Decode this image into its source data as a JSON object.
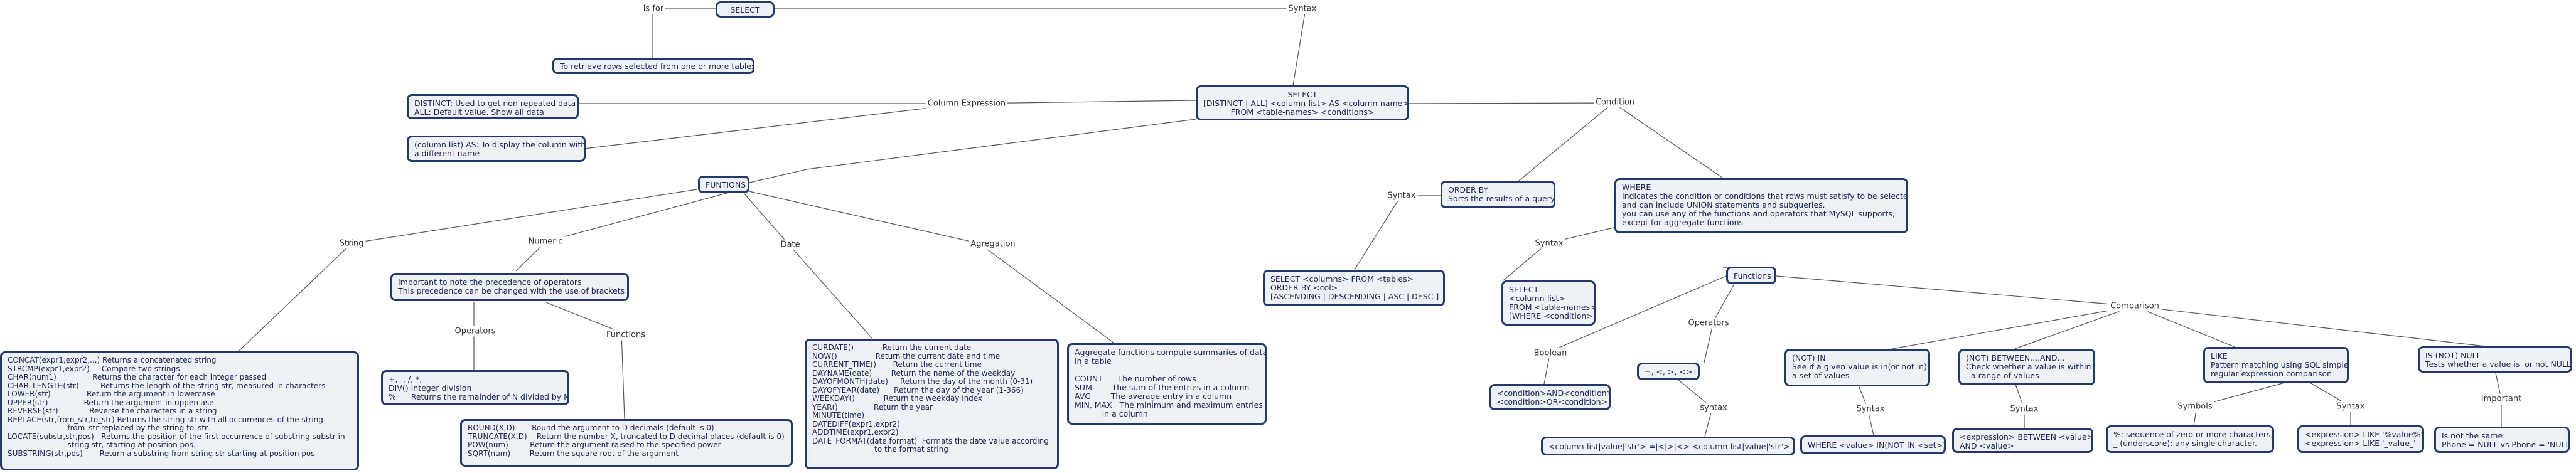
{
  "nodes": {
    "select_root": "SELECT",
    "retrieve": "To retrieve rows selected from one or more tables",
    "select_main": "SELECT\n[DISTINCT | ALL] <column-list> AS <column-name>\nFROM <table-names> <conditions>",
    "distinct": "DISTINCT: Used to get non repeated data\nALL: Default value. Show all data",
    "column_as": "(column list) AS: To display the column with\na different name",
    "funtions": "FUNTIONS",
    "string_funcs": "CONCAT(expr1,expr2,...) Returns a concatenated string\nSTRCMP(expr1,expr2)     Compare two strings.\nCHAR(num1)               Returns the character for each integer passed\nCHAR_LENGTH(str)         Returns the length of the string str, measured in characters\nLOWER(str)               Return the argument in lowercase\nUPPER(str)               Return the argument in uppercase\nREVERSE(str)             Reverse the characters in a string\nREPLACE(str,from_str,to_str) Returns the string str with all occurrences of the string\n                         from_str replaced by the string to_str.\nLOCATE(substr,str,pos)   Returns the position of the first occurrence of substring substr in\n                         string str, starting at position pos.\nSUBSTRING(str,pos)       Return a substring from string str starting at position pos",
    "numeric_note": "Important to note the precedence of operators\nThis precedence can be changed with the use of brackets ()",
    "operators_list": "+, -, /, *,\nDIV() Integer division\n%      Returns the remainder of N divided by M",
    "numeric_funcs": "ROUND(X,D)       Round the argument to D decimals (default is 0)\nTRUNCATE(X,D)    Return the number X, truncated to D decimal places (default is 0)\nPOW(num)         Return the argument raised to the specified power\nSQRT(num)        Return the square root of the argument",
    "date_funcs": "CURDATE()            Return the current date\nNOW()                Return the current date and time\nCURRENT_TIME()       Return the current time\nDAYNAME(date)        Return the name of the weekday\nDAYOFMONTH(date)     Return the day of the month (0-31)\nDAYOFYEAR(date)      Return the day of the year (1-366)\nWEEKDAY()            Return the weekday index\nYEAR()               Return the year\nMINUTE(time)\nDATEDIFF(expr1,expr2)\nADDTIME(expr1,expr2)\nDATE_FORMAT(date,format)  Formats the date value according\n                          to the format string",
    "aggregate": "Aggregate functions compute summaries of data\nin a table\n\nCOUNT      The number of rows\nSUM        The sum of the entries in a column\nAVG        The average entry in a column\nMIN, MAX   The minimum and maximum entries\n           in a column",
    "orderby": "ORDER BY\nSorts the results of a query",
    "orderby_syntax": "SELECT <columns> FROM <tables>\nORDER BY <col>\n[ASCENDING | DESCENDING | ASC | DESC ]",
    "where": "WHERE\nIndicates the condition or conditions that rows must satisfy to be selected\nand can include UNION statements and subqueries.\nyou can use any of the functions and operators that MySQL supports,\nexcept for aggregate functions",
    "where_syntax": "SELECT\n<column-list>\nFROM <table-names>\n[WHERE <condition>]",
    "functions2": "Functions",
    "boolean_node": "<condition>AND<condition>\n<condition>OR<condition>",
    "comparators": "=, <, >, <>",
    "comp_syntax": "<column-list|value|'str'> =|<|>|<> <column-list|value|'str'>",
    "notin": "(NOT) IN\nSee if a given value is in(or not in)\na set of values",
    "notin_syntax": "WHERE <value> IN(NOT IN <set>)",
    "between": "(NOT) BETWEEN....AND...\nCheck whether a value is within\n  a range of values",
    "between_syntax": "<expression> BETWEEN <value>\nAND <value>",
    "like": "LIKE\nPattern matching using SQL simple\nregular expression comparison",
    "like_symbols": "%: sequence of zero or more characters;\n_ (underscore): any single character.",
    "like_syntax": "<expression> LIKE '%value%'\n<expression> LIKE '_value_'",
    "isnull": "IS (NOT) NULL\nTests whether a value is  or not NULL",
    "isnull_note": "Is not the same:\nPhone = NULL vs Phone = 'NULL'"
  },
  "labels": {
    "is_for": "is for",
    "syntax_top": "Syntax",
    "column_expression": "Column Expression",
    "condition": "Condition",
    "string": "String",
    "numeric": "Numeric",
    "date": "Date",
    "agregation": "Agregation",
    "operators": "Operators",
    "functions": "Functions",
    "syntax_orderby": "Syntax",
    "syntax_where": "Syntax",
    "boolean": "Boolean",
    "operators2": "Operators",
    "comparison": "Comparison",
    "syntax_comp": "syntax",
    "syntax_in": "Syntax",
    "syntax_between": "Syntax",
    "symbols": "Symbols",
    "syntax_like": "Syntax",
    "important": "Important"
  },
  "colors": {
    "border": "#24386e",
    "fill": "#eef2f6",
    "line": "#555555"
  }
}
